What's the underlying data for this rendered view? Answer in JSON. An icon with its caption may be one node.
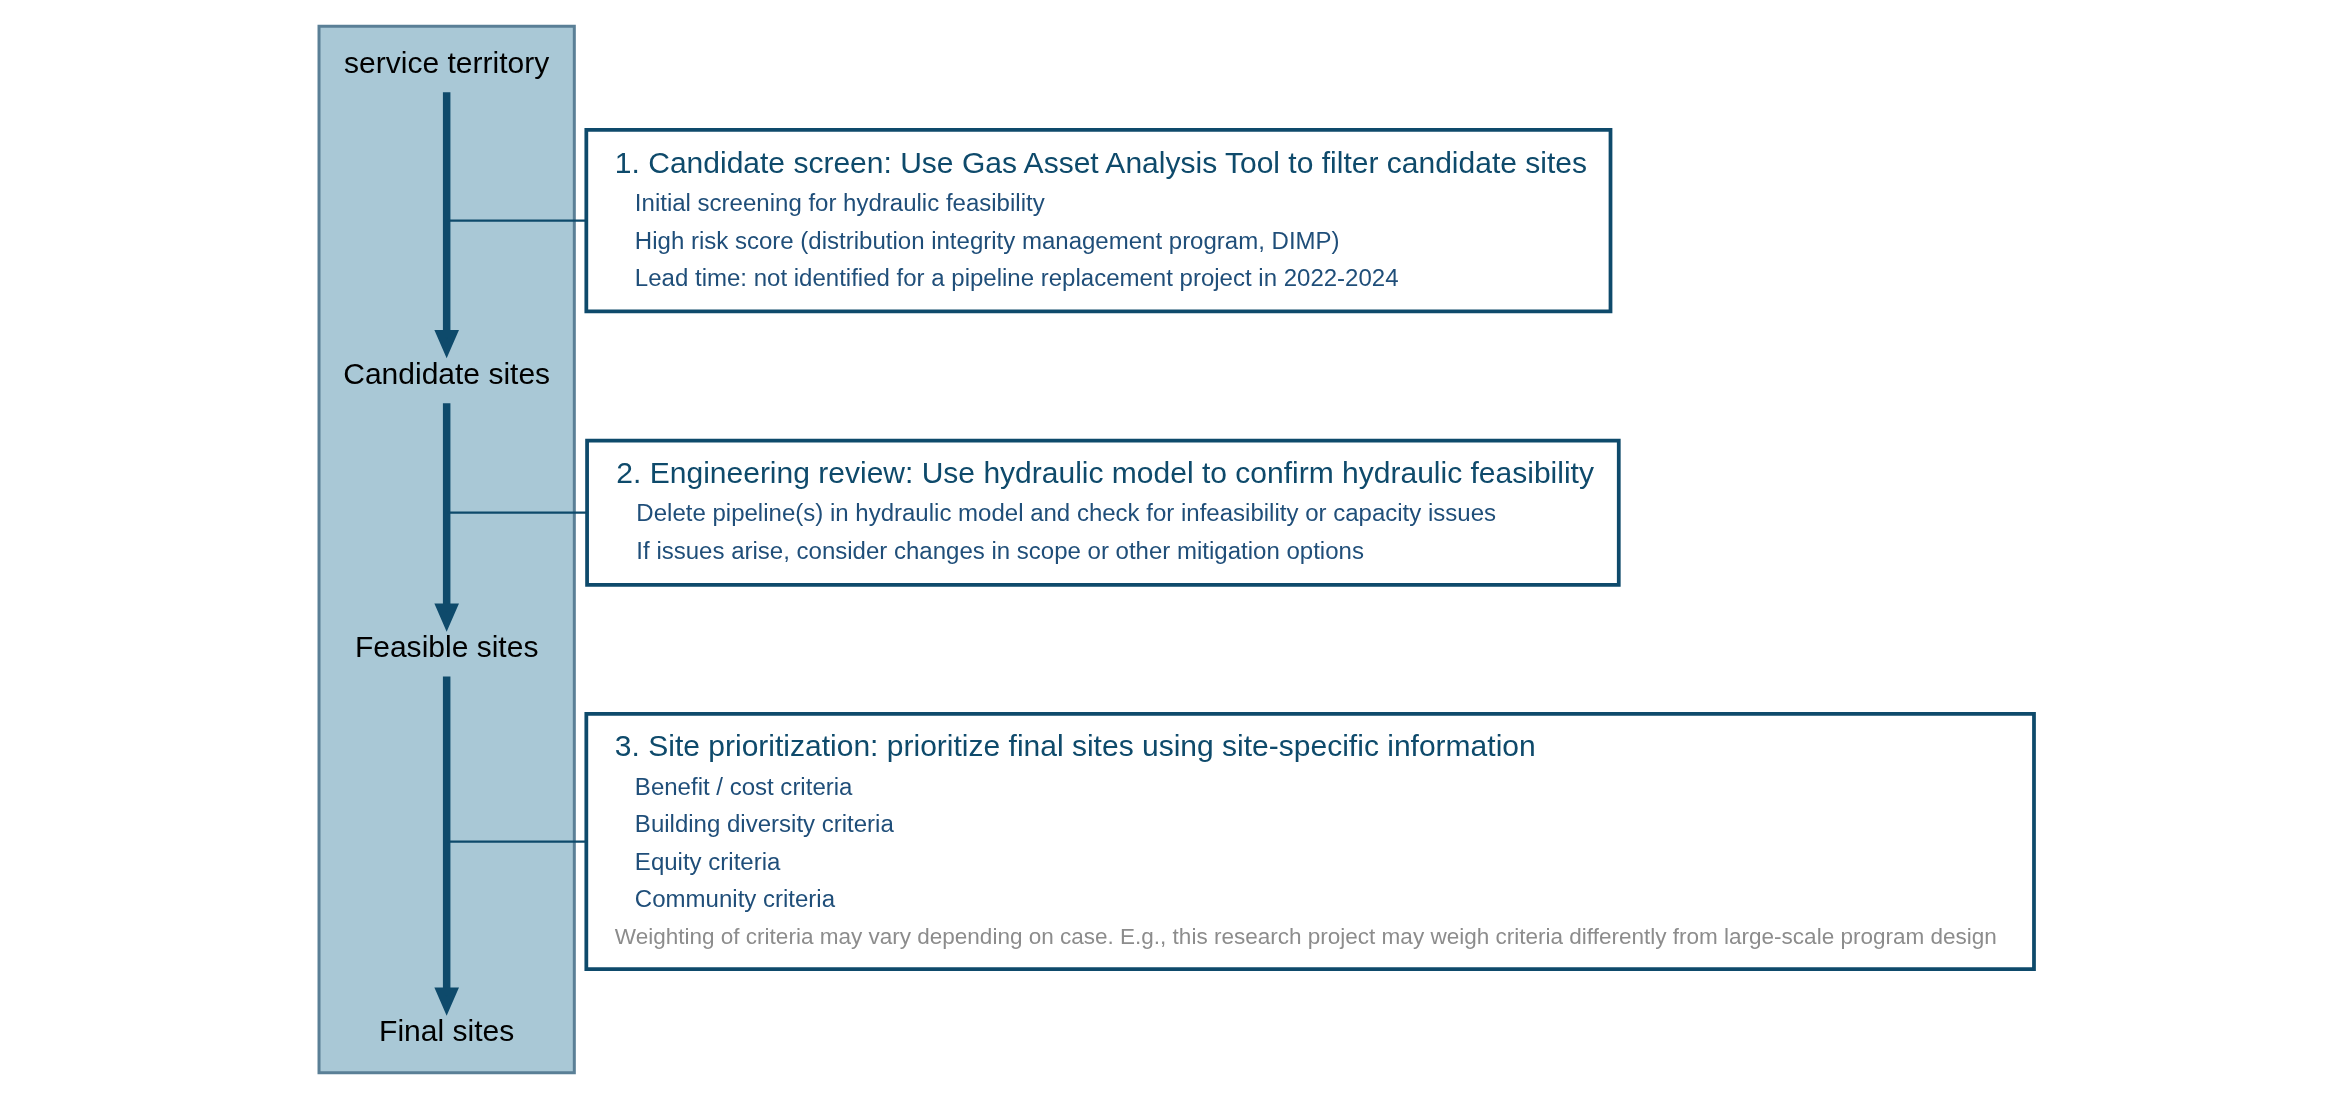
{
  "diagram": {
    "nodes": [
      {
        "text": [],
        "shape": "trapezoid"
      },
      {
        "text": [
          "service territory"
        ],
        "in": 0
      },
      {
        "text": [
          "Candidate sites"
        ],
        "in": 0
      },
      {
        "text": [
          "Feasible sites"
        ],
        "in": 0
      },
      {
        "text": [
          "Final sites"
        ],
        "in": 0
      },
      {
        "text": [
          "1. Candidate screen: Use Gas Asset Analysis Tool to filter candidate sites",
          "Initial screening for hydraulic feasibility",
          "High risk score (distribution integrity management program, DIMP)",
          "Lead time: not identified for a pipeline replacement project in 2022-2024"
        ]
      },
      {
        "text": [
          "2. Engineering review: Use hydraulic model to confirm hydraulic feasibility",
          "Delete pipeline(s) in hydraulic model and check for infeasibility or capacity issues",
          "If issues arise, consider changes in scope or other mitigation options"
        ]
      },
      {
        "text": [
          "3. Site prioritization: prioritize final sites using site-specific information",
          "Benefit / cost criteria",
          "Building diversity criteria",
          "Equity criteria",
          "Community criteria",
          "Weighting of criteria may vary depending on case. E.g., this research project may weigh criteria differently from large-scale program design"
        ]
      }
    ],
    "edges": [
      {
        "from": 1,
        "to": 2,
        "arrow": "to",
        "style": "thick"
      },
      {
        "from": 2,
        "to": 3,
        "arrow": "to",
        "style": "thick"
      },
      {
        "from": 3,
        "to": 4,
        "arrow": "to",
        "style": "thick"
      },
      {
        "from": null,
        "to": 5,
        "arrow": "none"
      },
      {
        "from": null,
        "to": 6,
        "arrow": "none"
      },
      {
        "from": null,
        "to": 7,
        "arrow": "none"
      }
    ]
  }
}
